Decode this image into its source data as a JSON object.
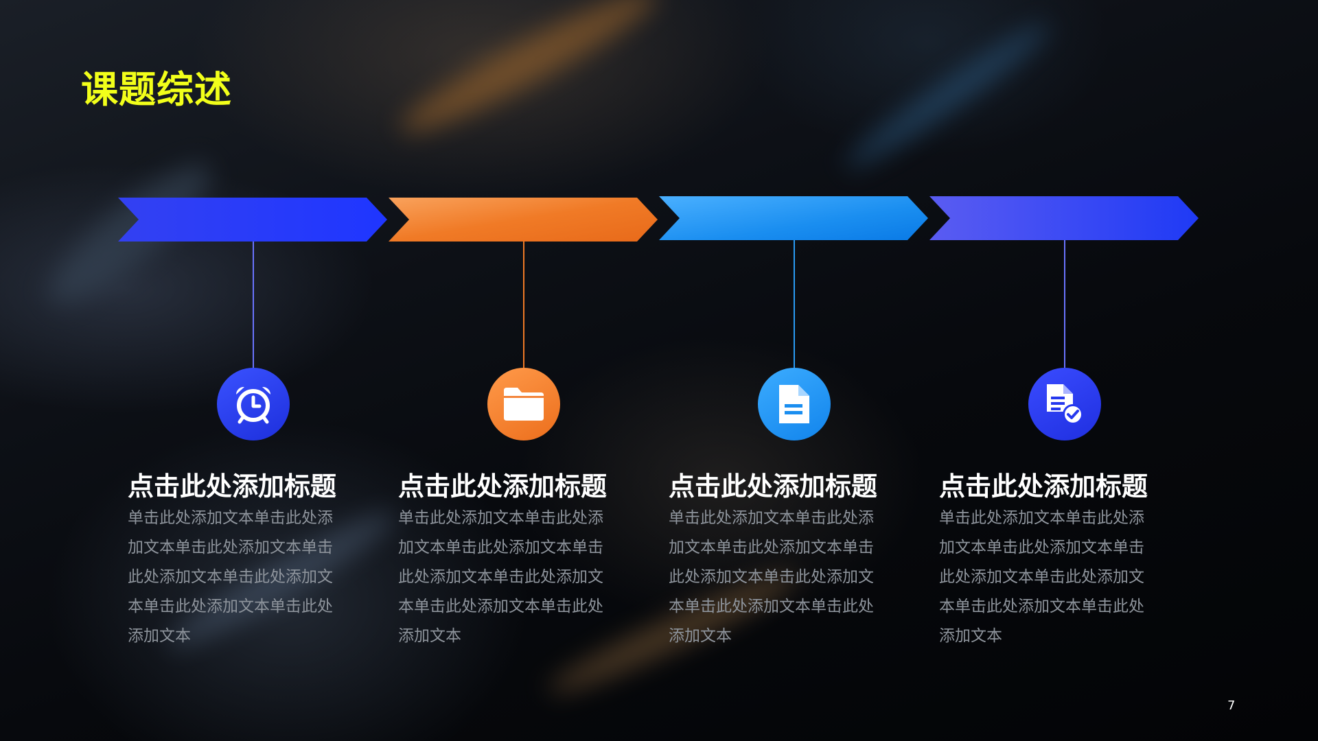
{
  "slide": {
    "title": "课题综述",
    "page_number": "7"
  },
  "colors": {
    "title": "#f2ff1a",
    "blue": "#2a3cf5",
    "orange": "#f07a26",
    "sky": "#1a8ef0",
    "indigo": "#3147f0"
  },
  "steps": [
    {
      "icon": "alarm-clock-icon",
      "heading": "点击此处添加标题",
      "body": "单击此处添加文本单击此处添加文本单击此处添加文本单击此处添加文本单击此处添加文本单击此处添加文本单击此处添加文本"
    },
    {
      "icon": "folder-icon",
      "heading": "点击此处添加标题",
      "body": "单击此处添加文本单击此处添加文本单击此处添加文本单击此处添加文本单击此处添加文本单击此处添加文本单击此处添加文本"
    },
    {
      "icon": "document-icon",
      "heading": "点击此处添加标题",
      "body": "单击此处添加文本单击此处添加文本单击此处添加文本单击此处添加文本单击此处添加文本单击此处添加文本单击此处添加文本"
    },
    {
      "icon": "document-check-icon",
      "heading": "点击此处添加标题",
      "body": "单击此处添加文本单击此处添加文本单击此处添加文本单击此处添加文本单击此处添加文本单击此处添加文本单击此处添加文本"
    }
  ]
}
